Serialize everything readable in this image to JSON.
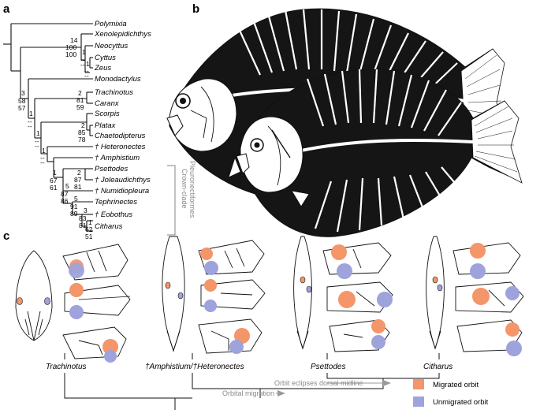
{
  "panels": {
    "a": "a",
    "b": "b",
    "c": "c"
  },
  "tree": {
    "taxa": [
      {
        "name": "Polymixia"
      },
      {
        "name": "Xenolepidichthys"
      },
      {
        "name": "Neocyttus"
      },
      {
        "name": "Cyttus"
      },
      {
        "name": "Zeus"
      },
      {
        "name": "Monodactylus"
      },
      {
        "name": "Trachinotus"
      },
      {
        "name": "Caranx"
      },
      {
        "name": "Scorpis"
      },
      {
        "name": "Platax"
      },
      {
        "name": "Chaetodipterus"
      },
      {
        "name": "† Heteronectes"
      },
      {
        "name": "† Amphistium"
      },
      {
        "name": "Psettodes"
      },
      {
        "name": "† Joleaudichthys"
      },
      {
        "name": "† Numidiopleura"
      },
      {
        "name": "Tephrinectes"
      },
      {
        "name": "† Eobothus"
      },
      {
        "name": "Citharus"
      }
    ],
    "supports": [
      {
        "id": "s1",
        "a": "14",
        "b": "100",
        "c": "100"
      },
      {
        "id": "s2",
        "a": "1",
        "b": "--",
        "c": "--"
      },
      {
        "id": "s3",
        "a": "1",
        "b": "--",
        "c": "--"
      },
      {
        "id": "s4",
        "a": "3",
        "b": "58",
        "c": "57"
      },
      {
        "id": "s5",
        "a": "2",
        "b": "81",
        "c": "59"
      },
      {
        "id": "s6",
        "a": "1",
        "b": "--",
        "c": "--"
      },
      {
        "id": "s7",
        "a": "2",
        "b": "85",
        "c": "78"
      },
      {
        "id": "s8",
        "a": "1",
        "b": "--",
        "c": "--"
      },
      {
        "id": "s9",
        "a": "1",
        "b": "--",
        "c": "--"
      },
      {
        "id": "s10",
        "a": "1",
        "b": "67",
        "c": "61"
      },
      {
        "id": "s11",
        "a": "2",
        "b": "87",
        "c": "81"
      },
      {
        "id": "s12",
        "a": "5",
        "b": "87",
        "c": "86"
      },
      {
        "id": "s13",
        "a": "5",
        "b": "91",
        "c": "89"
      },
      {
        "id": "s14",
        "a": "3",
        "b": "83",
        "c": "81"
      },
      {
        "id": "s15",
        "a": "1",
        "b": "62",
        "c": "51"
      }
    ],
    "clade_label_line1": "Crown-clade",
    "clade_label_line2": "Pleuronectiformes"
  },
  "panel_c": {
    "labels": [
      "Trachinotus",
      "†Amphistium/†Heteronectes",
      "Psettodes",
      "Citharus"
    ],
    "arrows": {
      "orbit_migration": "Orbital migration",
      "eclipse": "Orbit eclipses dorsal midline"
    },
    "legend": [
      {
        "label": "Migrated orbit",
        "color": "#f4956a"
      },
      {
        "label": "Unmigrated orbit",
        "color": "#9ea3dc"
      }
    ]
  },
  "colors": {
    "migrated": "#f4956a",
    "unmigrated": "#9ea3dc",
    "arrow_gray": "#9a9a9a"
  }
}
